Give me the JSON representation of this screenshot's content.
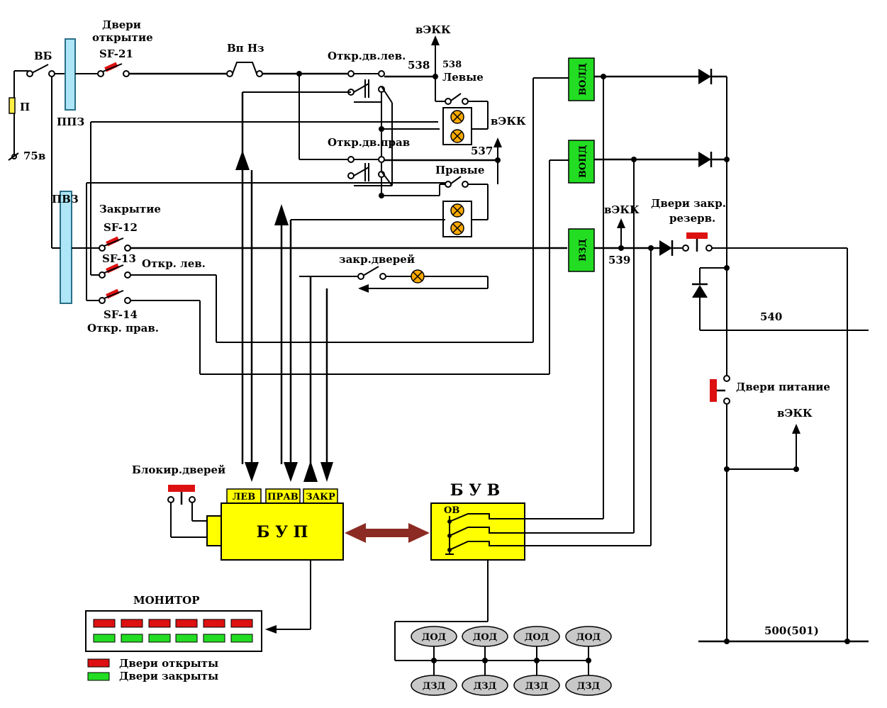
{
  "labels": {
    "vb": "ВБ",
    "p": "П",
    "v75": "75в",
    "ppz": "ППЗ",
    "pvz": "ПВЗ",
    "doors_open_1": "Двери",
    "doors_open_2": "открытие",
    "sf21": "SF-21",
    "vp_nz": "Вп Нз",
    "vekk": "вЭКК",
    "w538a": "538",
    "w538b": "538",
    "otkr_lev": "Откр.дв.лев.",
    "levye": "Левые",
    "w537": "537",
    "otkr_prav": "Откр.дв.прав",
    "pravye": "Правые",
    "zakrytie": "Закрытие",
    "sf12": "SF-12",
    "sf13": "SF-13",
    "otkr_lev2": "Откр. лев.",
    "sf14": "SF-14",
    "otkr_prav2": "Откр. прав.",
    "zakr_dverey": "закр.дверей",
    "vold": "ВОЛД",
    "vopd": "ВОПД",
    "vzd": "ВЗД",
    "w539": "539",
    "dveri_zakr_rez_1": "Двери закр.",
    "dveri_zakr_rez_2": "резерв.",
    "w540": "540",
    "dveri_pitanie": "Двери питание",
    "blokir": "Блокир.дверей",
    "lev": "ЛЕВ",
    "prav": "ПРАВ",
    "zakr": "ЗАКР",
    "bup": "Б У П",
    "buv": "Б У В",
    "ov": "ОВ",
    "monitor": "МОНИТОР",
    "legend_open": "Двери открыты",
    "legend_closed": "Двери закрыты",
    "w500": "500(501)",
    "dod": "ДОД",
    "dzd": "ДЗД"
  },
  "colors": {
    "relay_green": "#22dd22",
    "block_yellow": "#ffff00",
    "bus_blue": "#aee6f7",
    "lamp_orange": "#ffaa00",
    "indicator_red": "#dd1111",
    "indicator_green": "#22dd22",
    "sensor_gray": "#c8c8c8",
    "arrow_maroon": "#8b2b23"
  }
}
